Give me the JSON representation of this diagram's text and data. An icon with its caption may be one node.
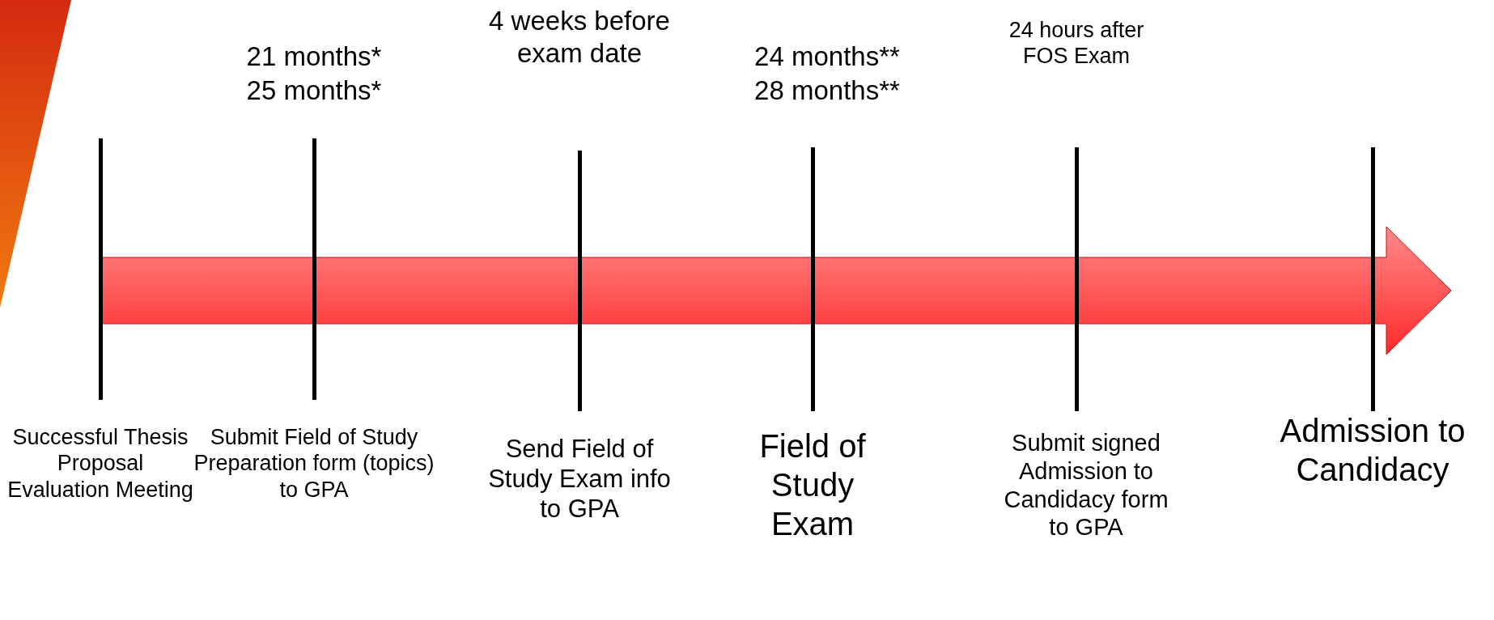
{
  "diagram": {
    "nodes": [
      {
        "text": [],
        "shape": "bar",
        "beside": [
          "Successful Thesis Proposal Evaluation Meeting"
        ]
      },
      {
        "text": [],
        "shape": "bar",
        "beside": [
          "21 months*",
          "25 months*",
          "Submit Field of Study Preparation form (topics) to GPA"
        ]
      },
      {
        "text": [],
        "shape": "bar",
        "beside": [
          "4 weeks before exam date",
          "Send Field of Study Exam info to GPA"
        ]
      },
      {
        "text": [],
        "shape": "bar",
        "beside": [
          "24 months**",
          "28 months**",
          "Field of Study Exam"
        ]
      },
      {
        "text": [],
        "shape": "bar",
        "beside": [
          "24 hours after FOS Exam",
          "Submit signed Admission to Candidacy form to GPA"
        ]
      },
      {
        "text": [],
        "shape": "bar",
        "beside": [
          "Admission to Candidacy"
        ]
      }
    ]
  }
}
